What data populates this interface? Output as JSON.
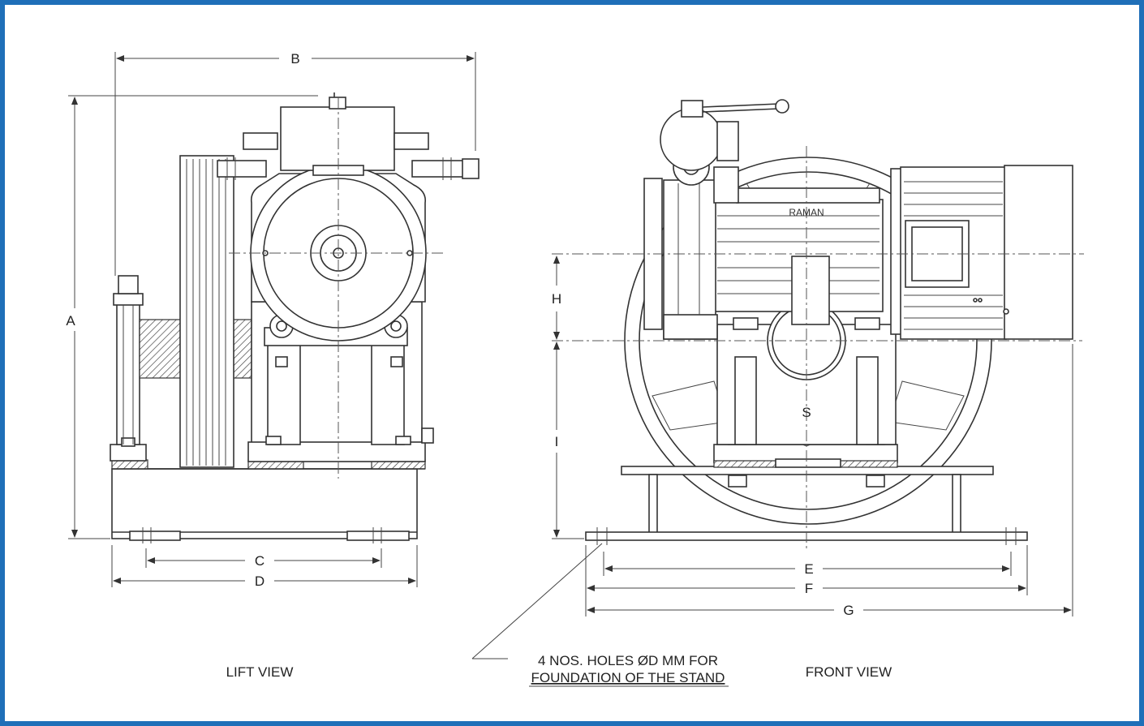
{
  "dimensions": {
    "A": "A",
    "B": "B",
    "C": "C",
    "D": "D",
    "E": "E",
    "F": "F",
    "G": "G",
    "H": "H",
    "I": "I",
    "S": "S"
  },
  "views": {
    "left": "LIFT VIEW",
    "front": "FRONT VIEW"
  },
  "note": {
    "line1": "4 NOS. HOLES ØD MM FOR",
    "line2": "FOUNDATION OF THE STAND"
  },
  "brand": "RAMAN",
  "colors": {
    "frame": "#1f6fb8",
    "line": "#333333"
  }
}
